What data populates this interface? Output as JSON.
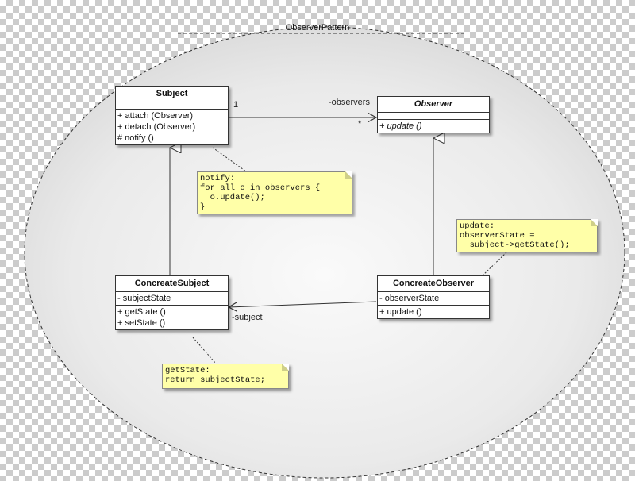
{
  "package": {
    "title": "ObserverPattern"
  },
  "classes": {
    "subject": {
      "name": "Subject",
      "attributes": [],
      "operations": [
        "+ attach (Observer)",
        "+ detach (Observer)",
        "# notify ()"
      ]
    },
    "observer": {
      "name": "Observer",
      "attributes": [],
      "operations": [
        "+ update ()"
      ]
    },
    "concrete_subject": {
      "name": "ConcreateSubject",
      "attributes": [
        "- subjectState"
      ],
      "operations": [
        "+ getState ()",
        "+ setState ()"
      ]
    },
    "concrete_observer": {
      "name": "ConcreateObserver",
      "attributes": [
        "- observerState"
      ],
      "operations": [
        "+ update ()"
      ]
    }
  },
  "associations": {
    "subject_observer": {
      "source_multiplicity": "1",
      "role": "-observers",
      "target_multiplicity": "*"
    },
    "observer_subject": {
      "role": "-subject"
    }
  },
  "notes": {
    "notify": [
      "notify:",
      "for all o in observers {",
      "  o.update();",
      "}"
    ],
    "update": [
      "update:",
      "observerState =",
      "  subject->getState();"
    ],
    "getstate": [
      "getState:",
      "return subjectState;"
    ]
  },
  "colors": {
    "note": "#ffffa8",
    "ellipse": "#eeeeee",
    "line": "#333333"
  }
}
